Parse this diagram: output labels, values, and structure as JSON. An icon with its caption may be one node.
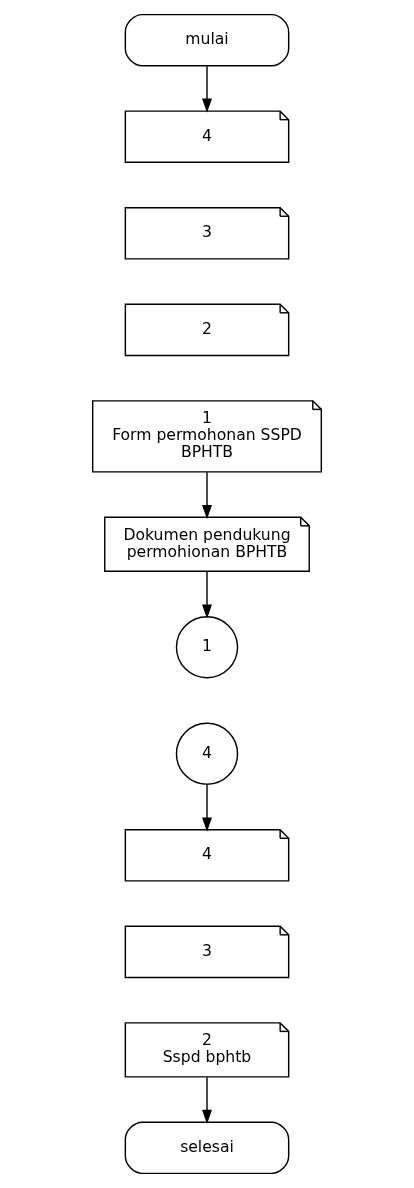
{
  "diagram": {
    "nodes": [
      {
        "text": [
          "mulai"
        ]
      },
      {
        "text": [
          "4"
        ]
      },
      {
        "text": [
          "3"
        ]
      },
      {
        "text": [
          "2"
        ]
      },
      {
        "text": [
          "1",
          "Form permohonan SSPD BPHTB"
        ]
      },
      {
        "text": [
          "Dokumen pendukung permohionan BPHTB"
        ]
      },
      {
        "text": [
          "1"
        ]
      },
      {
        "text": [
          "4"
        ]
      },
      {
        "text": [
          "4"
        ]
      },
      {
        "text": [
          "3"
        ]
      },
      {
        "text": [
          "2",
          "Sspd bphtb"
        ]
      },
      {
        "text": [
          "selesai"
        ]
      }
    ],
    "edges": [
      {
        "from": 0,
        "to": 1,
        "arrow": "to"
      },
      {
        "from": 4,
        "to": 5,
        "arrow": "to"
      },
      {
        "from": 5,
        "to": 6,
        "arrow": "to"
      },
      {
        "from": 7,
        "to": 8,
        "arrow": "to"
      },
      {
        "from": 10,
        "to": 11,
        "arrow": "to"
      }
    ]
  }
}
